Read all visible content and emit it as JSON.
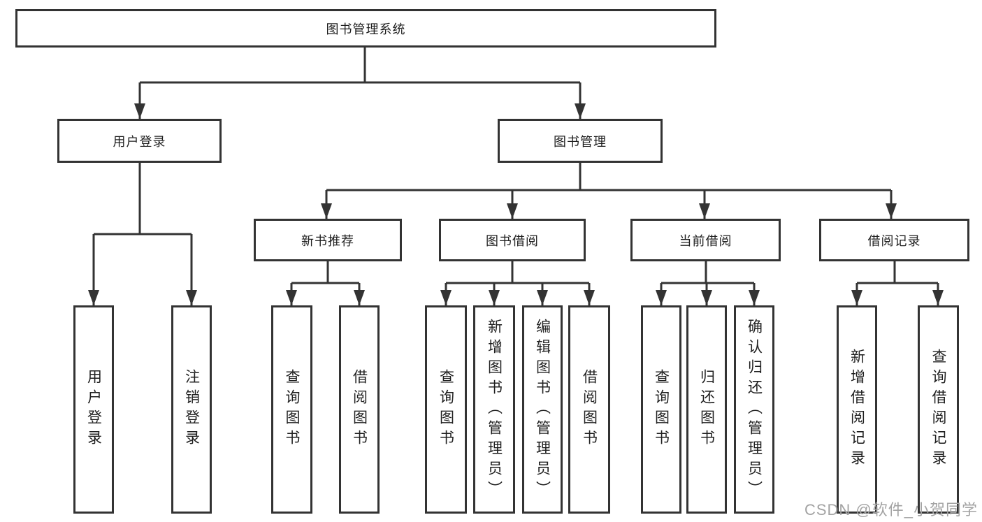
{
  "diagram": {
    "root": {
      "label": "图书管理系统"
    },
    "level2": [
      {
        "label": "用户登录"
      },
      {
        "label": "图书管理"
      }
    ],
    "level3": [
      {
        "label": "新书推荐"
      },
      {
        "label": "图书借阅"
      },
      {
        "label": "当前借阅"
      },
      {
        "label": "借阅记录"
      }
    ],
    "leaves": [
      {
        "label": "用户登录"
      },
      {
        "label": "注销登录"
      },
      {
        "label": "查询图书"
      },
      {
        "label": "借阅图书"
      },
      {
        "label": "查询图书"
      },
      {
        "label": "新增图书（管理员）"
      },
      {
        "label": "编辑图书（管理员）"
      },
      {
        "label": "借阅图书"
      },
      {
        "label": "查询图书"
      },
      {
        "label": "归还图书"
      },
      {
        "label": "确认归还（管理员）"
      },
      {
        "label": "新增借阅记录"
      },
      {
        "label": "查询借阅记录"
      }
    ]
  },
  "watermark": {
    "text": "CSDN @软件_小贺同学"
  },
  "colors": {
    "line": "#333333",
    "text": "#1f1f1f",
    "watermark": "#a3a3a3",
    "background": "#ffffff"
  }
}
